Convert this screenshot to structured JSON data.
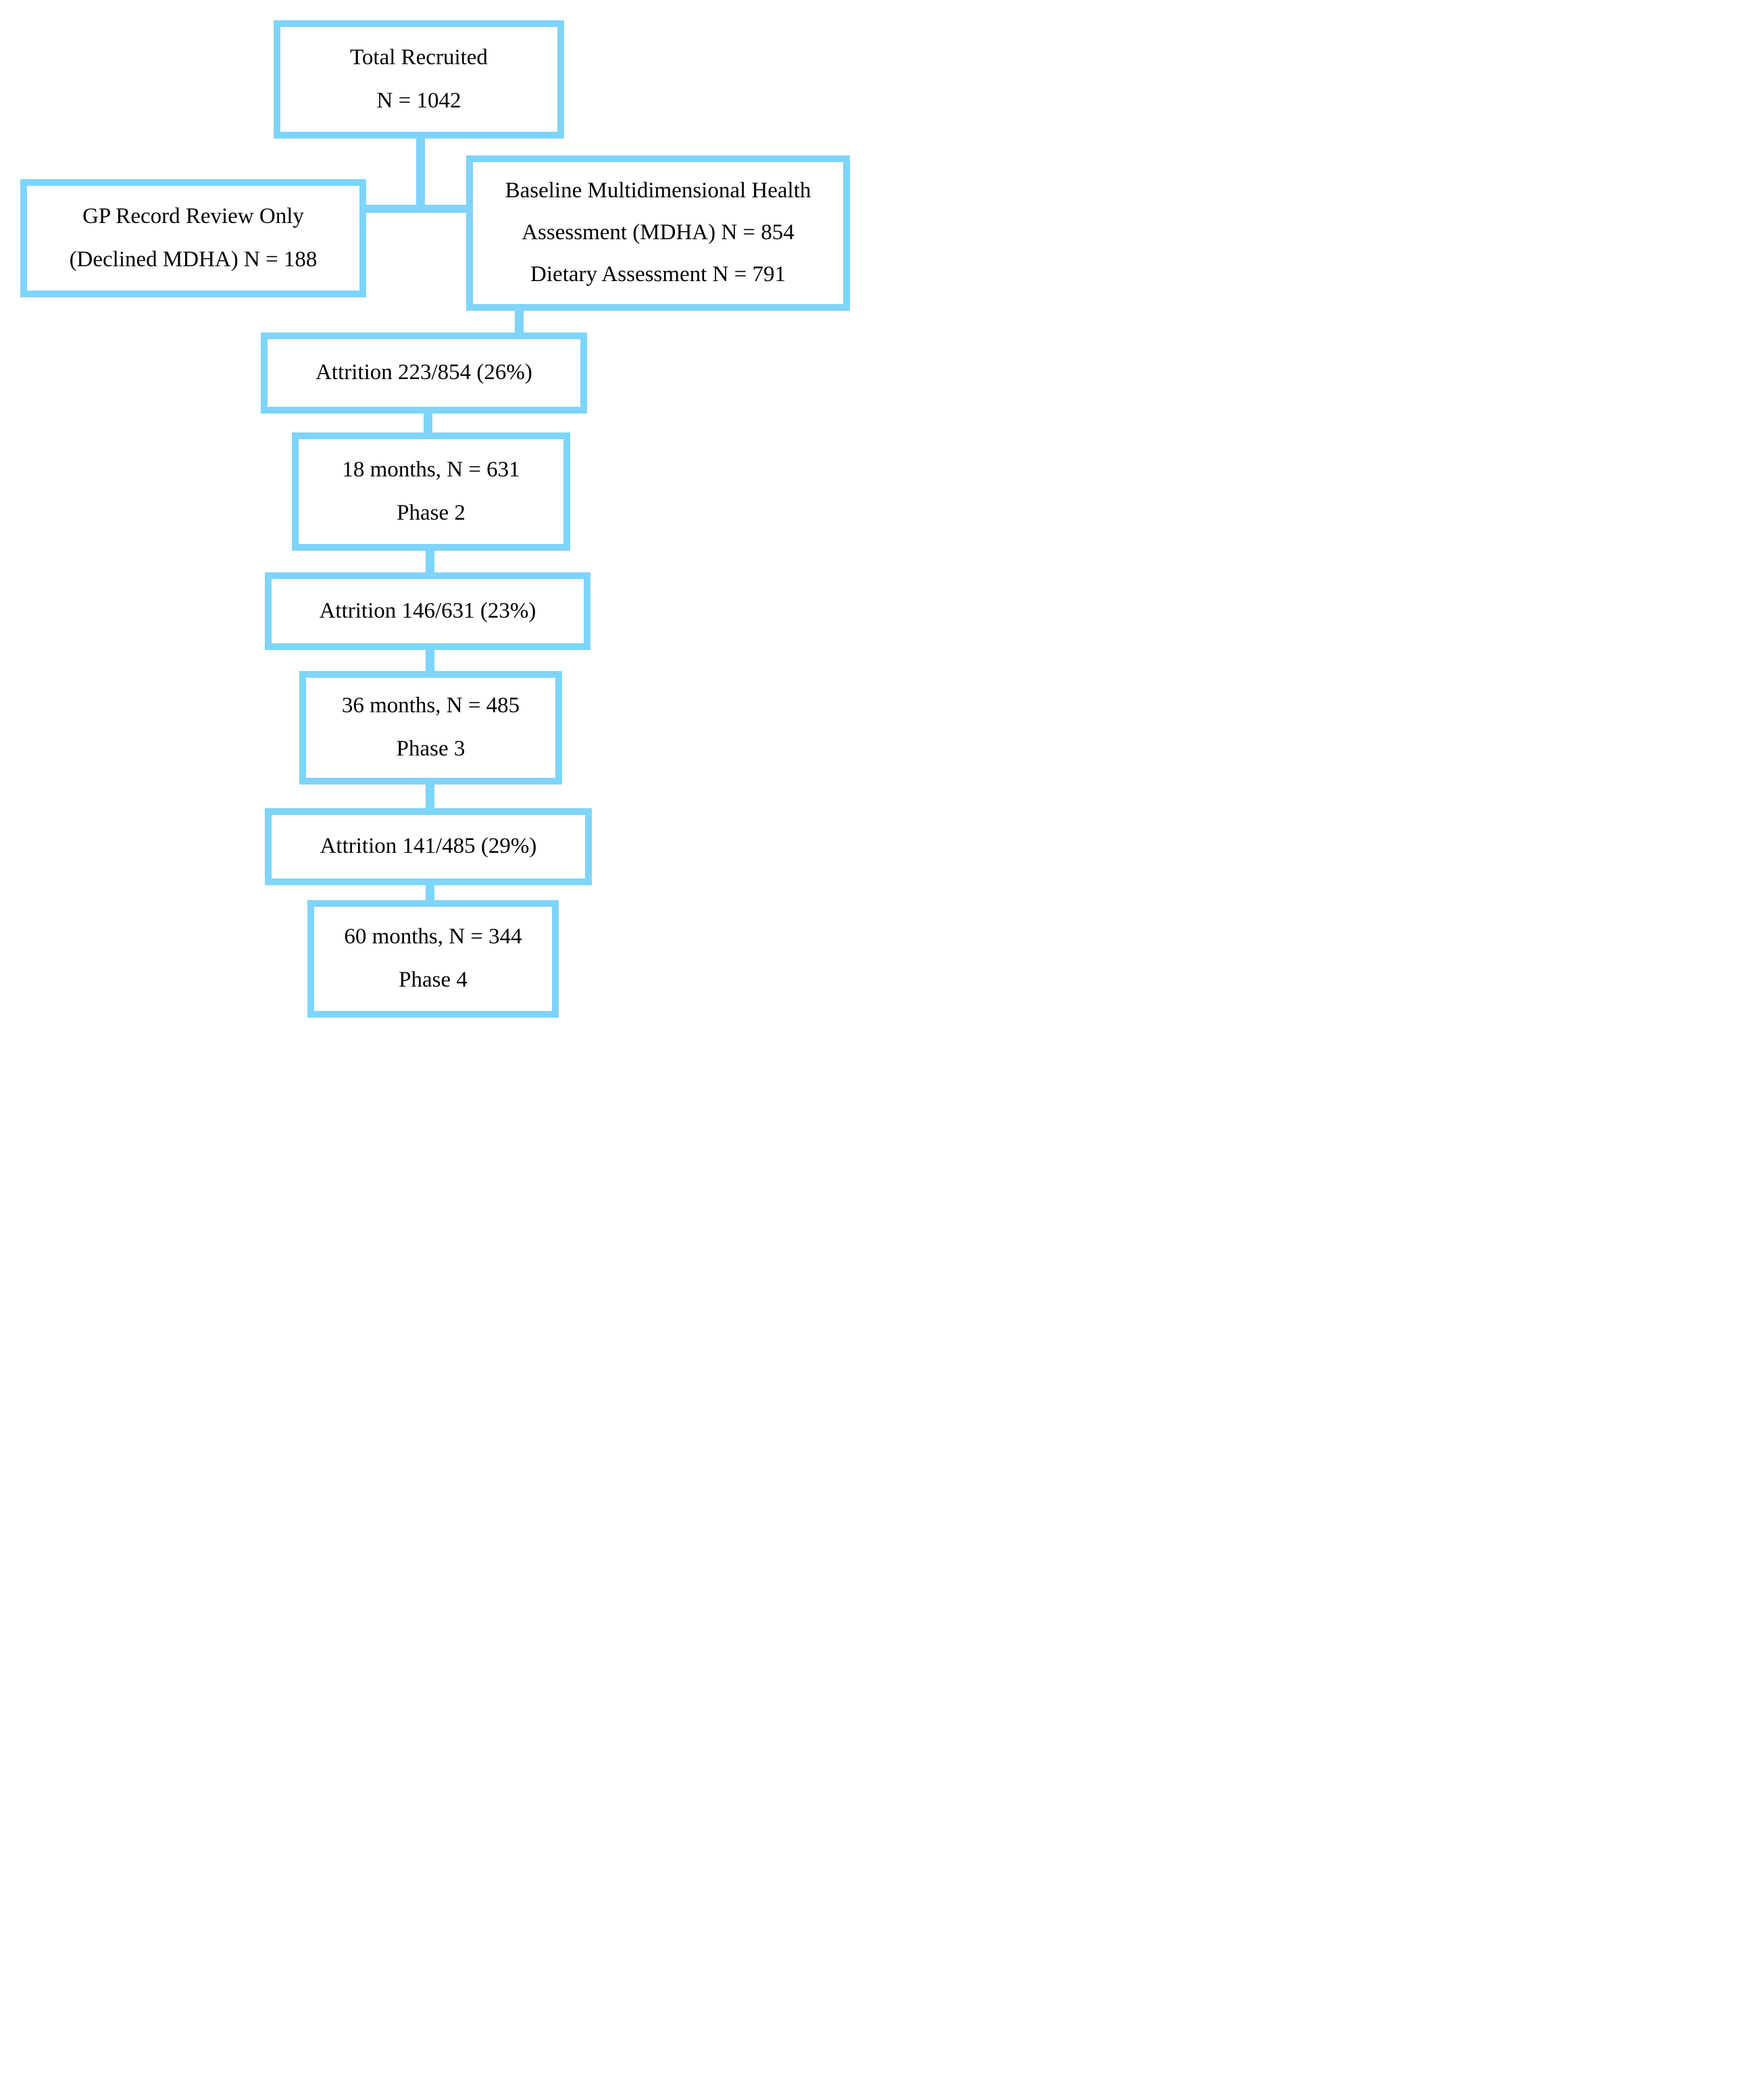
{
  "figure": {
    "type": "participant-flow-diagram",
    "accent_color": "#7FD4FA",
    "background_color": "#FFFFFF",
    "text_color": "#000000",
    "nodes": {
      "total": {
        "lines": [
          "Total Recruited",
          "N = 1042"
        ]
      },
      "gp_review": {
        "lines": [
          "GP Record Review Only",
          "(Declined MDHA) N = 188"
        ]
      },
      "baseline": {
        "lines": [
          "Baseline Multidimensional Health",
          "Assessment (MDHA) N = 854",
          "Dietary Assessment N = 791"
        ]
      },
      "attrition_1": {
        "lines": [
          "Attrition 223/854 (26%)"
        ]
      },
      "phase_2": {
        "lines": [
          "18 months, N = 631",
          "Phase 2"
        ]
      },
      "attrition_2": {
        "lines": [
          "Attrition 146/631 (23%)"
        ]
      },
      "phase_3": {
        "lines": [
          "36 months, N = 485",
          "Phase 3"
        ]
      },
      "attrition_3": {
        "lines": [
          "Attrition 141/485 (29%)"
        ]
      },
      "phase_4": {
        "lines": [
          "60 months, N = 344",
          "Phase 4"
        ]
      }
    }
  }
}
